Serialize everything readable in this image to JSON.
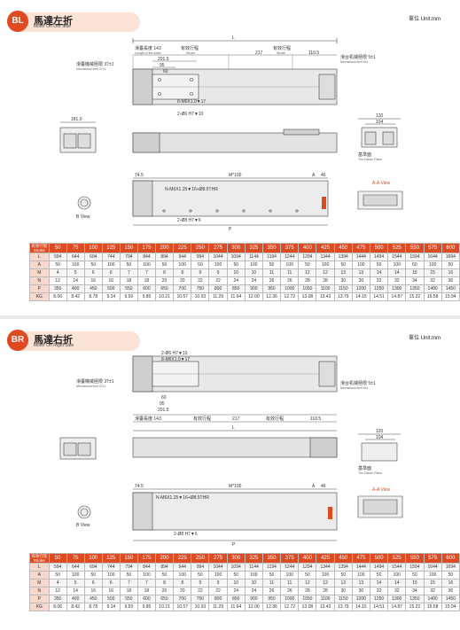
{
  "bl": {
    "badge": "BL",
    "title": "馬達左折",
    "subtitle": "Motor On Left Side",
    "unit": "單位 Unit:mm",
    "labels": {
      "L": "L",
      "slide_len": "滑臺長度 143",
      "slide_len_en": "Length of the slider",
      "eff1": "有效行程",
      "eff1_en": "Stroke",
      "eff2": "有效行程",
      "eff2_en": "Stroke",
      "d2015": "201.5",
      "d95": "95",
      "d60": "60",
      "d217": "217",
      "d1105": "110.5",
      "m6": "8-M6X1.0▼17",
      "dowel": "2-Ø6 H7▼10",
      "mech_left": "滑臺機械極限 37±1",
      "mech_left_en": "Mechanical limit 37±1",
      "mech_right": "滑台机械極限 5±1",
      "mech_right_en": "Mechanical limit 5±1",
      "d181": "181.0",
      "d745": "74.5",
      "m100": "M*100",
      "a": "A",
      "d46": "46",
      "nm6": "N-M6X1.25▼16+Ø8.5THR",
      "dowel2": "2-Ø8 H7▼6",
      "p": "P",
      "bview": "B View",
      "aa": "A-A View",
      "d120": "120",
      "d104": "104",
      "base": "基準面",
      "base_en": "The Datum Plane"
    }
  },
  "br": {
    "badge": "BR",
    "title": "馬達右折",
    "subtitle": "Motor On Right Side",
    "unit": "單位 Unit:mm",
    "labels": {
      "dowel": "2-Ø6 H7▼10",
      "m6": "8-M6X1.0▼17",
      "mech_left": "滑臺機械極限 37±1",
      "mech_left_en": "Mechanical limit 37±1",
      "mech_right": "滑台机械極限 5±1",
      "mech_right_en": "Mechanical limit 5±1",
      "d60": "60",
      "d95": "95",
      "d2015": "201.5",
      "slide_len": "滑臺長度 143",
      "eff1": "有效行程",
      "eff2": "有效行程",
      "d217": "217",
      "d1105": "110.5",
      "L": "L",
      "d120": "120",
      "d104": "104",
      "base": "基準面",
      "base_en": "The Datum Plane",
      "d745": "74.5",
      "m100": "M*100",
      "a": "A",
      "d46": "46",
      "nm6": "N-M6X1.25▼16+Ø8.5THR",
      "dowel2": "2-Ø8 H7▼6",
      "p": "P",
      "bview": "B View",
      "aa": "A-A View"
    }
  },
  "table": {
    "header": "有效行程 Stroke",
    "strokes": [
      "50",
      "75",
      "100",
      "125",
      "150",
      "175",
      "200",
      "225",
      "250",
      "275",
      "300",
      "325",
      "350",
      "375",
      "400",
      "425",
      "450",
      "475",
      "500",
      "525",
      "550",
      "575",
      "600"
    ],
    "rows": [
      {
        "name": "L",
        "values": [
          "594",
          "644",
          "694",
          "744",
          "794",
          "844",
          "894",
          "944",
          "994",
          "1044",
          "1094",
          "1144",
          "1194",
          "1244",
          "1294",
          "1344",
          "1394",
          "1444",
          "1494",
          "1544",
          "1594",
          "1644",
          "1694"
        ]
      },
      {
        "name": "A",
        "values": [
          "50",
          "100",
          "50",
          "100",
          "50",
          "100",
          "50",
          "100",
          "50",
          "100",
          "50",
          "100",
          "50",
          "100",
          "50",
          "100",
          "50",
          "100",
          "50",
          "100",
          "50",
          "100",
          "50"
        ]
      },
      {
        "name": "M",
        "values": [
          "4",
          "5",
          "6",
          "6",
          "7",
          "7",
          "8",
          "8",
          "9",
          "9",
          "10",
          "10",
          "11",
          "11",
          "12",
          "12",
          "13",
          "13",
          "14",
          "14",
          "15",
          "15",
          "16"
        ]
      },
      {
        "name": "N",
        "values": [
          "12",
          "14",
          "16",
          "16",
          "18",
          "18",
          "20",
          "20",
          "22",
          "22",
          "24",
          "24",
          "26",
          "26",
          "28",
          "28",
          "30",
          "30",
          "32",
          "32",
          "34",
          "32",
          "36"
        ]
      },
      {
        "name": "P",
        "values": [
          "350",
          "400",
          "450",
          "500",
          "550",
          "600",
          "650",
          "700",
          "750",
          "800",
          "850",
          "900",
          "950",
          "1000",
          "1050",
          "1100",
          "1150",
          "1200",
          "1250",
          "1300",
          "1350",
          "1400",
          "1450"
        ]
      },
      {
        "name": "KG",
        "values": [
          "8.06",
          "8.42",
          "8.78",
          "9.14",
          "9.50",
          "9.85",
          "10.21",
          "10.57",
          "10.93",
          "11.29",
          "11.64",
          "12.00",
          "12.36",
          "12.72",
          "13.08",
          "13.43",
          "13.79",
          "14.15",
          "14.51",
          "14.87",
          "15.22",
          "15.58",
          "15.94"
        ]
      }
    ]
  }
}
